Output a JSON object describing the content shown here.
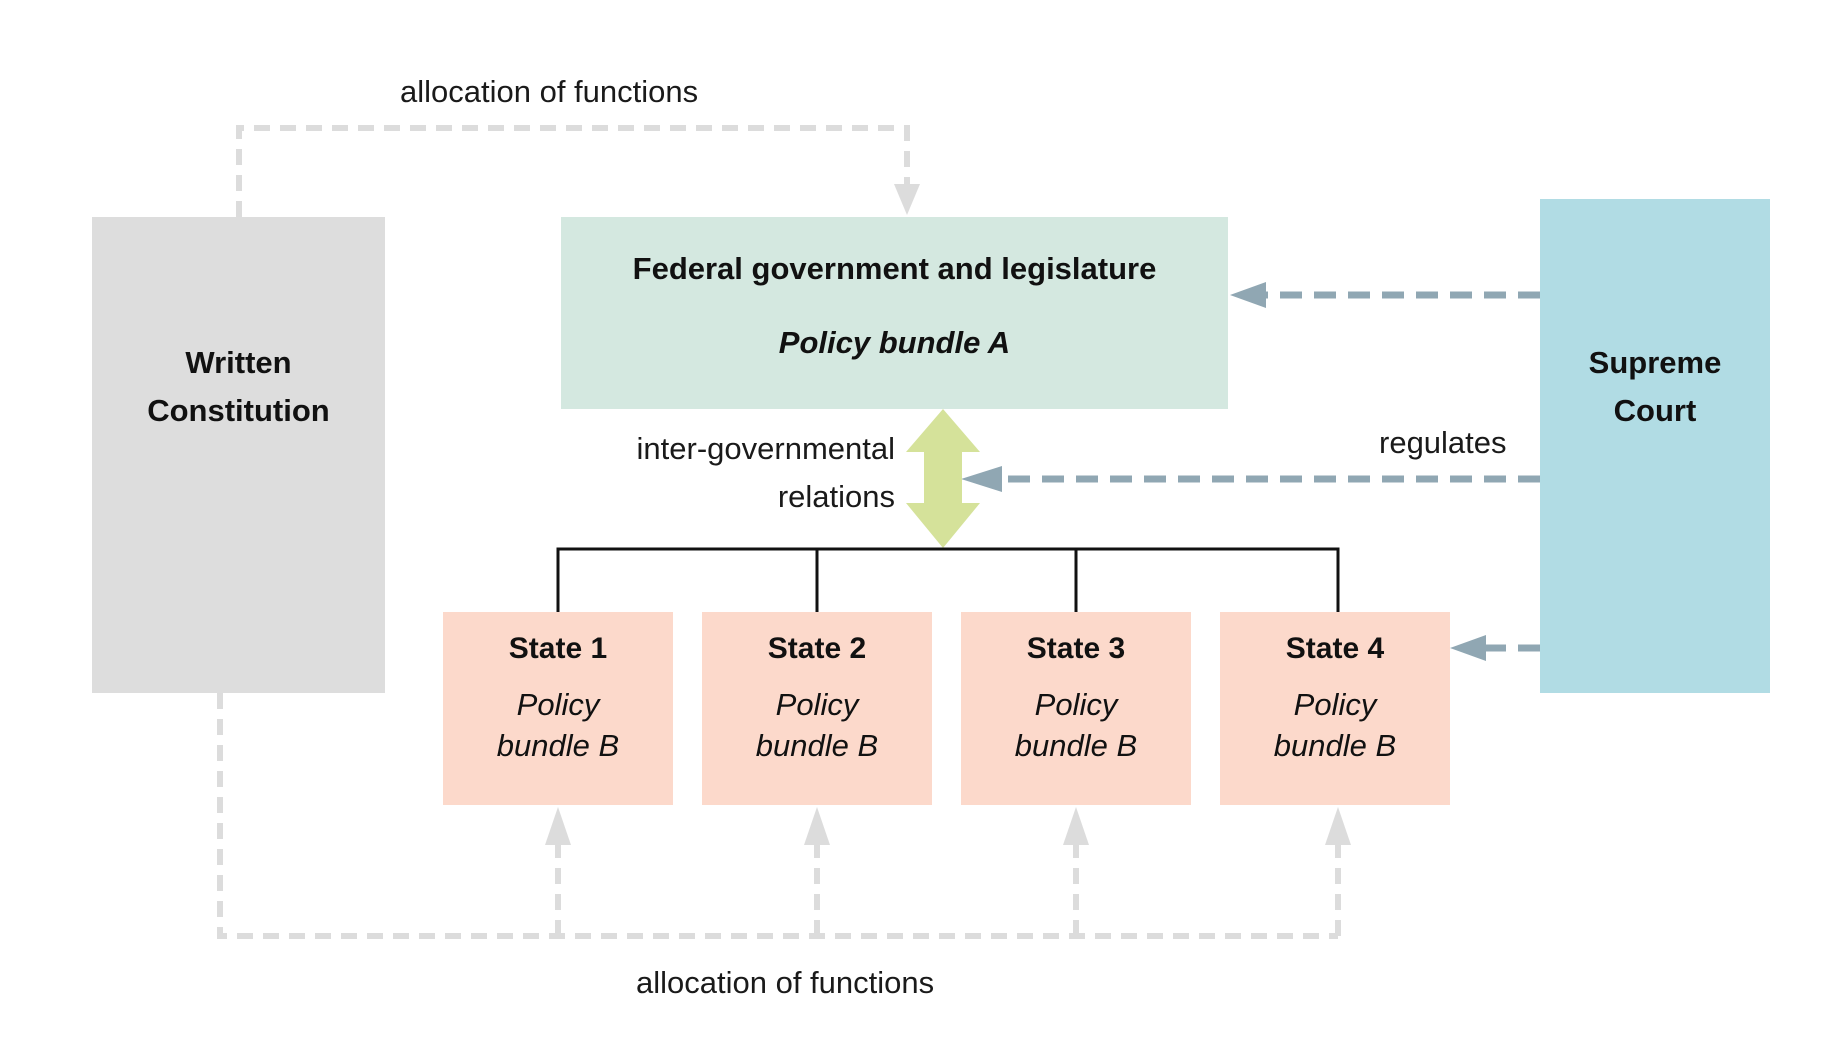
{
  "labels": {
    "allocation_top": "allocation of functions",
    "allocation_bottom": "allocation of functions",
    "intergov_line1": "inter-governmental",
    "intergov_line2": "relations",
    "regulates": "regulates"
  },
  "constitution": {
    "line1": "Written",
    "line2": "Constitution"
  },
  "federal": {
    "title": "Federal government and legislature",
    "bundle": "Policy bundle A"
  },
  "supreme": {
    "line1": "Supreme",
    "line2": "Court"
  },
  "states": [
    {
      "title": "State 1",
      "bundle_line1": "Policy",
      "bundle_line2": "bundle B"
    },
    {
      "title": "State 2",
      "bundle_line1": "Policy",
      "bundle_line2": "bundle B"
    },
    {
      "title": "State 3",
      "bundle_line1": "Policy",
      "bundle_line2": "bundle B"
    },
    {
      "title": "State 4",
      "bundle_line1": "Policy",
      "bundle_line2": "bundle B"
    }
  ],
  "colors": {
    "constitution": "#dddddd",
    "federal": "#d4e8e0",
    "supreme": "#b1dce4",
    "state": "#fcd9cb",
    "allocation_arrow": "#dcdcdc",
    "regulation_arrow": "#90a7b3",
    "intergov_arrow": "#d5e29a",
    "bracket": "#111111"
  }
}
